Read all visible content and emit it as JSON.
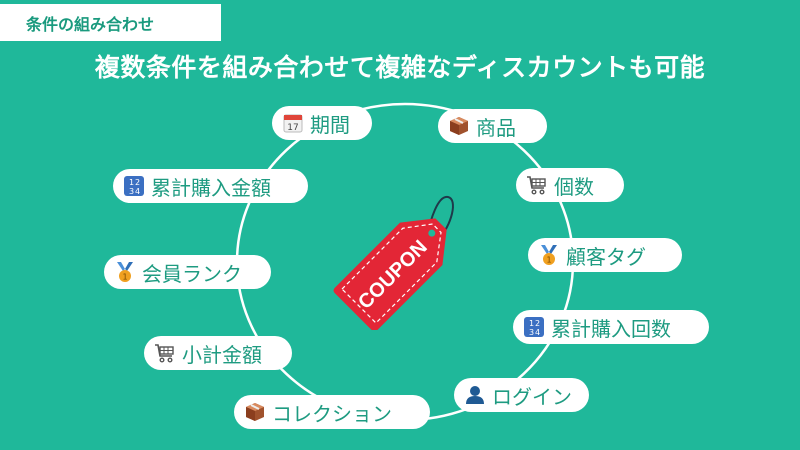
{
  "header": {
    "tag_label": "条件の組み合わせ",
    "headline": "複数条件を組み合わせて複雑なディスカウントも可能"
  },
  "center": {
    "coupon_label": "COUPON",
    "colors": {
      "tag": "#e32636",
      "string": "#1f3a4a",
      "background": "#1fb89a",
      "pill_text": "#1e9b81"
    }
  },
  "conditions": [
    {
      "label": "期間",
      "icon": "calendar-icon"
    },
    {
      "label": "商品",
      "icon": "package-icon"
    },
    {
      "label": "累計購入金額",
      "icon": "number-1234-icon"
    },
    {
      "label": "個数",
      "icon": "shopping-cart-icon"
    },
    {
      "label": "顧客タグ",
      "icon": "medal-icon"
    },
    {
      "label": "会員ランク",
      "icon": "medal-icon"
    },
    {
      "label": "累計購入回数",
      "icon": "number-1234-icon"
    },
    {
      "label": "小計金額",
      "icon": "shopping-cart-icon"
    },
    {
      "label": "ログイン",
      "icon": "user-icon"
    },
    {
      "label": "コレクション",
      "icon": "package-icon"
    }
  ]
}
